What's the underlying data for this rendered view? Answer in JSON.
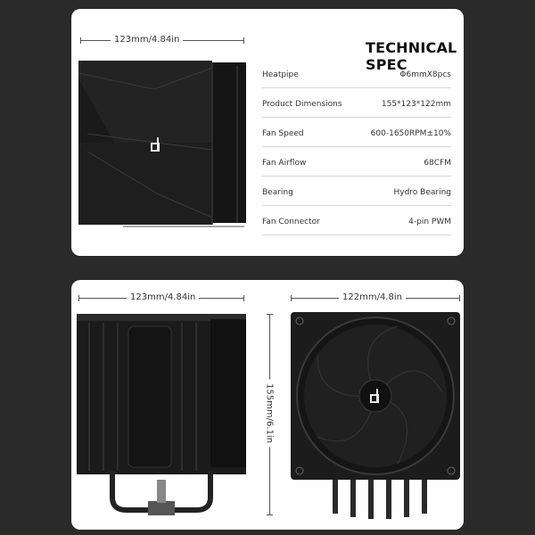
{
  "top": {
    "dimension": "123mm/4.84in",
    "title": "TECHNICAL SPEC",
    "specs": [
      {
        "key": "Heatpipe",
        "value": "Φ6mmX8pcs"
      },
      {
        "key": "Product Dimensions",
        "value": "155*123*122mm"
      },
      {
        "key": "Fan Speed",
        "value": "600-1650RPM±10%"
      },
      {
        "key": "Fan Airflow",
        "value": "68CFM"
      },
      {
        "key": "Bearing",
        "value": "Hydro Bearing"
      },
      {
        "key": "Fan Connector",
        "value": "4-pin PWM"
      }
    ]
  },
  "bottom": {
    "side_dimension": "123mm/4.84in",
    "front_dimension": "122mm/4.8in",
    "height_dimension": "155mm/6.1in"
  },
  "colors": {
    "background": "#2a2a2a",
    "card": "#ffffff",
    "product": "#1c1c1c"
  }
}
